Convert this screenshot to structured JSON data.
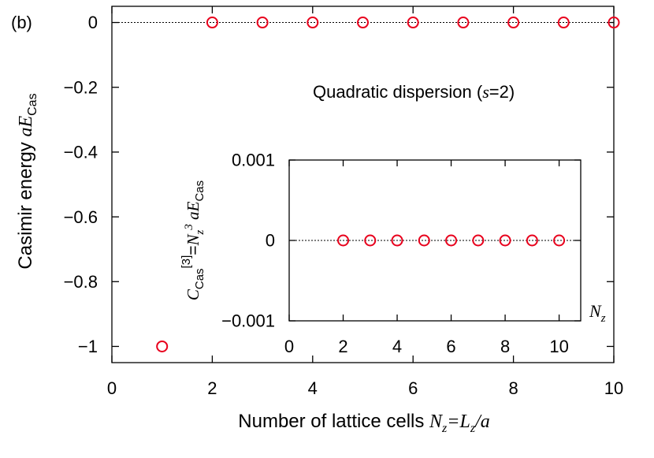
{
  "panel_label": "(b)",
  "chart_data": [
    {
      "type": "scatter",
      "title": "",
      "xlabel": "Number of lattice cells N_z=L_z/a",
      "ylabel": "Casimir energy aE_Cas",
      "xlim": [
        0,
        10
      ],
      "ylim": [
        -1.05,
        0.05
      ],
      "xticks": [
        "0",
        "2",
        "4",
        "6",
        "8",
        "10"
      ],
      "yticks": [
        "0",
        "−0.2",
        "−0.4",
        "−0.6",
        "−0.8",
        "−1"
      ],
      "annotation": "Quadratic dispersion (s=2)",
      "reference_line": 0,
      "marker": {
        "shape": "open-circle",
        "color": "#e8001c"
      },
      "x": [
        1,
        2,
        3,
        4,
        5,
        6,
        7,
        8,
        9,
        10
      ],
      "y": [
        -1,
        0,
        0,
        0,
        0,
        0,
        0,
        0,
        0,
        0
      ]
    },
    {
      "type": "scatter",
      "title": "",
      "xlabel": "N_z",
      "ylabel": "C_Cas^[3]=N_z^3 aE_Cas",
      "xlim": [
        0,
        10.8
      ],
      "ylim": [
        -0.001,
        0.001
      ],
      "xticks": [
        "0",
        "2",
        "4",
        "6",
        "8",
        "10"
      ],
      "yticks": [
        "0.001",
        "0",
        "−0.001"
      ],
      "reference_line": 0,
      "marker": {
        "shape": "open-circle",
        "color": "#e8001c"
      },
      "x": [
        2,
        3,
        4,
        5,
        6,
        7,
        8,
        9,
        10
      ],
      "y": [
        0,
        0,
        0,
        0,
        0,
        0,
        0,
        0,
        0
      ]
    }
  ]
}
